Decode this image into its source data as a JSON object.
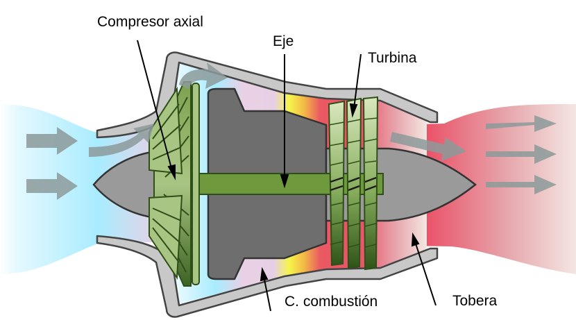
{
  "labels": {
    "compressor": "Compresor axial",
    "shaft": "Eje",
    "turbine": "Turbina",
    "combustion": "C. combustión",
    "nozzle": "Tobera"
  },
  "colors": {
    "intake_air": "#bfefff",
    "compressor_zone": "#e9cde2",
    "combustion_flame": "#f3f04a",
    "hot_gas": "#ec5468",
    "exhaust": "#f0d8d8",
    "casing": "#c8c8c8",
    "core": "#6e6e6e",
    "spinner": "#9a9a9a",
    "blade_dark": "#3f6a23",
    "blade_light": "#d3e4b5",
    "shaft": "#6e9a3d",
    "flow_arrow": "#8c9a9a"
  },
  "icons": [
    "flow-arrow-icon",
    "leader-line-icon"
  ]
}
